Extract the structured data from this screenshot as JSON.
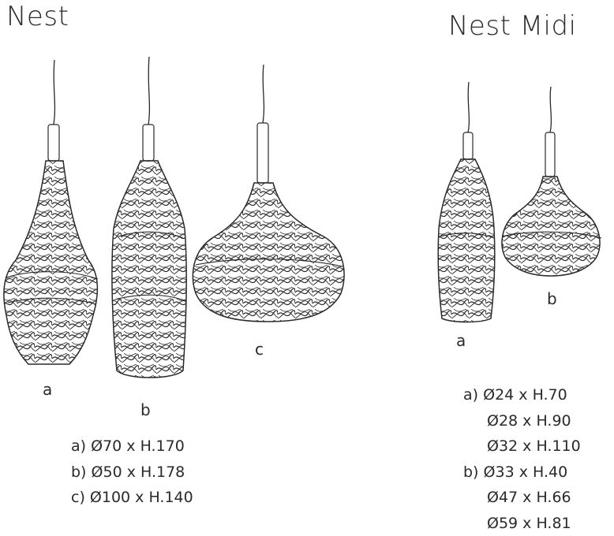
{
  "nest": {
    "title": "Nest",
    "labels": {
      "a": "a",
      "b": "b",
      "c": "c"
    },
    "dimensions": [
      {
        "key": "a)",
        "value": "Ø70 x H.170"
      },
      {
        "key": "b)",
        "value": "Ø50 x H.178"
      },
      {
        "key": "c)",
        "value": "Ø100 x H.140"
      }
    ]
  },
  "nest_midi": {
    "title": "Nest Midi",
    "labels": {
      "a": "a",
      "b": "b"
    },
    "dimensions": [
      {
        "key": "a)",
        "value": "Ø24 x H.70"
      },
      {
        "key": "",
        "value": "Ø28 x H.90"
      },
      {
        "key": "",
        "value": "Ø32 x H.110"
      },
      {
        "key": "b)",
        "value": "Ø33 x H.40"
      },
      {
        "key": "",
        "value": "Ø47 x H.66"
      },
      {
        "key": "",
        "value": "Ø59 x H.81"
      }
    ]
  }
}
